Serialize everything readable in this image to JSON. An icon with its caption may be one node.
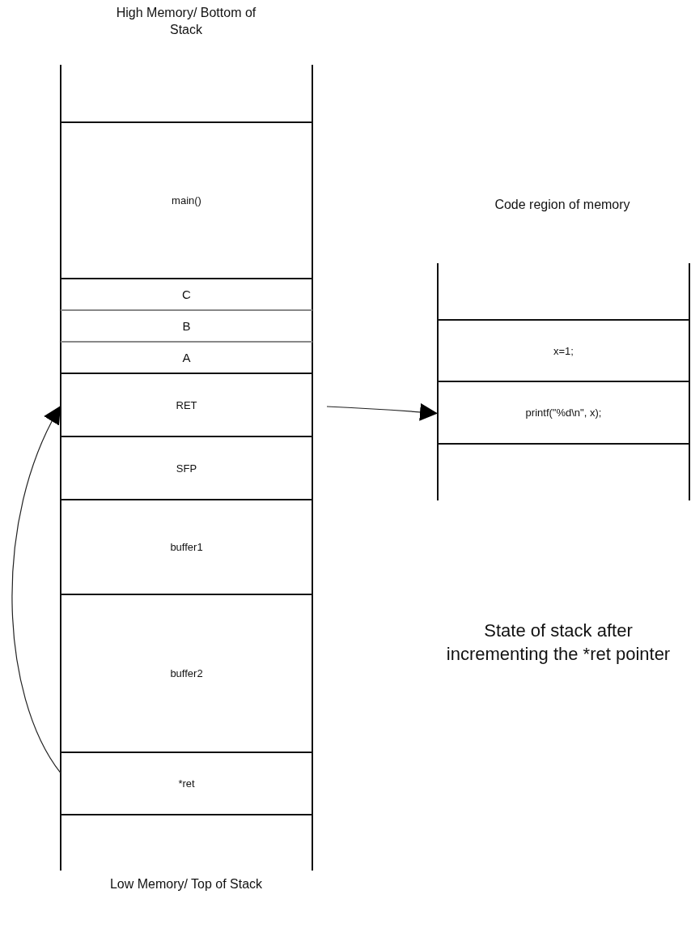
{
  "diagram": {
    "nodes": [
      {
        "text": [
          "main()"
        ]
      },
      {
        "text": [
          "C"
        ]
      },
      {
        "text": [
          "B"
        ]
      },
      {
        "text": [
          "A"
        ]
      },
      {
        "text": [
          "RET"
        ]
      },
      {
        "text": [
          "SFP"
        ]
      },
      {
        "text": [
          "buffer1"
        ]
      },
      {
        "text": [
          "buffer2"
        ]
      },
      {
        "text": [
          "*ret"
        ]
      },
      {
        "text": [
          "x=1;"
        ]
      },
      {
        "text": [
          "printf(\"%d\\n\", x);"
        ]
      }
    ],
    "edges": [
      {
        "from": 8,
        "to": 4,
        "arrow": "to"
      },
      {
        "from": 4,
        "to": 10,
        "arrow": "to"
      }
    ],
    "labels": [
      "High Memory/ Bottom of Stack",
      "Code region of memory",
      "State of stack after incrementing the *ret pointer",
      "Low Memory/ Top of Stack"
    ]
  }
}
